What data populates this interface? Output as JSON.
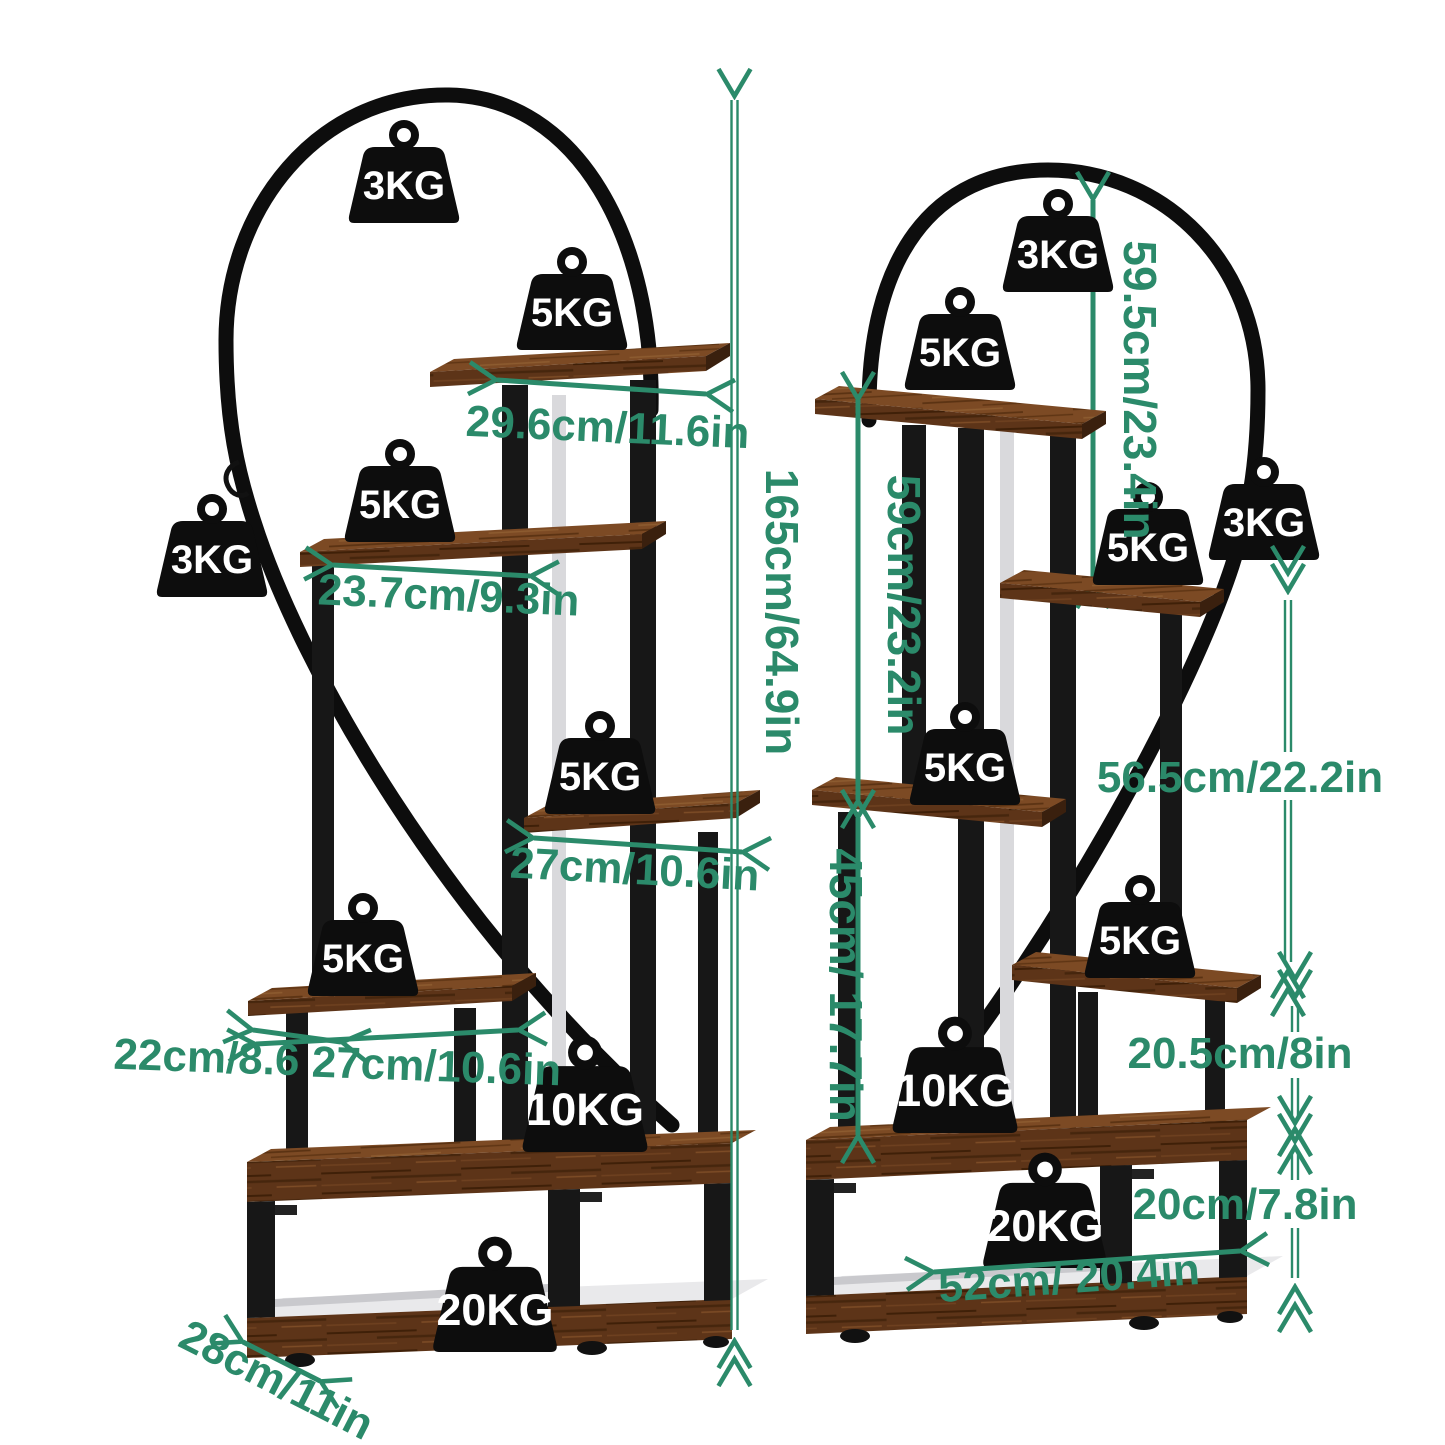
{
  "diagram": {
    "background": "#ffffff",
    "accent_color": "#2b8a6a",
    "left_stand": {
      "total_height": "165cm/64.9in",
      "shelf1_width": "29.6cm/11.6in",
      "shelf2_width": "23.7cm/9.3in",
      "shelf3_width": "27cm/10.6in",
      "shelf4_depth": "22cm/8.6",
      "shelf4_width": "27cm/10.6in",
      "base_depth": "28cm/11in",
      "weights": [
        "3KG",
        "5KG",
        "3KG",
        "5KG",
        "5KG",
        "5KG",
        "10KG",
        "20KG"
      ]
    },
    "right_stand": {
      "arch_section_height": "59.5cm/23.4in",
      "upper_section_height": "59cm/23.2in",
      "lower_section_height": "45cm/ 17.7in",
      "right_upper_span": "56.5cm/22.2in",
      "right_mid_span": "20.5cm/8in",
      "right_lower_span": "20cm/7.8in",
      "base_width": "52cm/ 20.4in",
      "weights": [
        "3KG",
        "5KG",
        "3KG",
        "5KG",
        "5KG",
        "5KG",
        "10KG",
        "20KG"
      ]
    }
  }
}
